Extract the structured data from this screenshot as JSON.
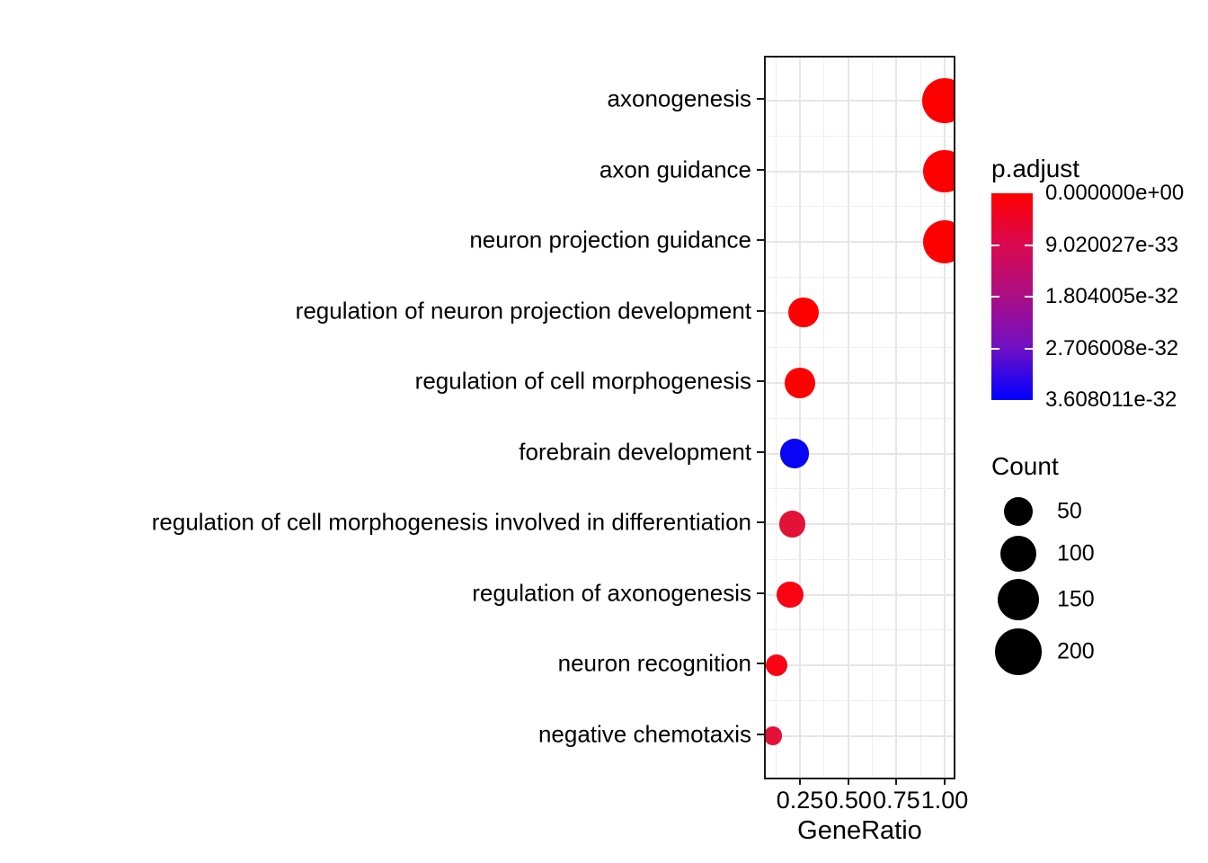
{
  "chart_data": {
    "type": "scatter",
    "subtype": "enrichment-dotplot",
    "title": "",
    "xlabel": "GeneRatio",
    "ylabel": "",
    "xlim": [
      0.073,
      1.047
    ],
    "x_tick_values": [
      0.25,
      0.5,
      0.75,
      1.0
    ],
    "x_tick_labels": [
      "0.25",
      "0.50",
      "0.75",
      "1.00"
    ],
    "x_minor_values": [
      0.125,
      0.375,
      0.625,
      0.875
    ],
    "grid": true,
    "points": [
      {
        "category": "axonogenesis",
        "gene_ratio": 1.0,
        "count": 180,
        "p_adjust": 0,
        "color": "#ff0000"
      },
      {
        "category": "axon guidance",
        "gene_ratio": 1.0,
        "count": 160,
        "p_adjust": 0,
        "color": "#ff0000"
      },
      {
        "category": "neuron projection guidance",
        "gene_ratio": 1.0,
        "count": 170,
        "p_adjust": 0,
        "color": "#ff0000"
      },
      {
        "category": "regulation of neuron projection development",
        "gene_ratio": 0.27,
        "count": 60,
        "p_adjust": 0,
        "color": "#ff0000"
      },
      {
        "category": "regulation of cell morphogenesis",
        "gene_ratio": 0.25,
        "count": 60,
        "p_adjust": 0,
        "color": "#ff0000"
      },
      {
        "category": "forebrain development",
        "gene_ratio": 0.22,
        "count": 52,
        "p_adjust": 3.6e-32,
        "color": "#0a04f5"
      },
      {
        "category": "regulation of cell morphogenesis involved in differentiation",
        "gene_ratio": 0.21,
        "count": 40,
        "p_adjust": 5e-33,
        "color": "#e21238"
      },
      {
        "category": "regulation of axonogenesis",
        "gene_ratio": 0.2,
        "count": 40,
        "p_adjust": 1e-33,
        "color": "#fa0313"
      },
      {
        "category": "neuron recognition",
        "gene_ratio": 0.13,
        "count": 18,
        "p_adjust": 1e-33,
        "color": "#fa0313"
      },
      {
        "category": "negative chemotaxis",
        "gene_ratio": 0.11,
        "count": 10,
        "p_adjust": 5e-33,
        "color": "#e21238"
      }
    ],
    "legend_position": "right"
  },
  "legend": {
    "p_adjust": {
      "title": "p.adjust",
      "labels": [
        "0.000000e+00",
        "9.020027e-33",
        "1.804005e-32",
        "2.706008e-32",
        "3.608011e-32"
      ],
      "gradient_stops": [
        "#ff0000",
        "#da0950",
        "#aa0e85",
        "#6e10c4",
        "#0000ff"
      ]
    },
    "count": {
      "title": "Count",
      "entries": [
        {
          "label": "50",
          "value": 50
        },
        {
          "label": "100",
          "value": 100
        },
        {
          "label": "150",
          "value": 150
        },
        {
          "label": "200",
          "value": 200
        }
      ]
    }
  }
}
